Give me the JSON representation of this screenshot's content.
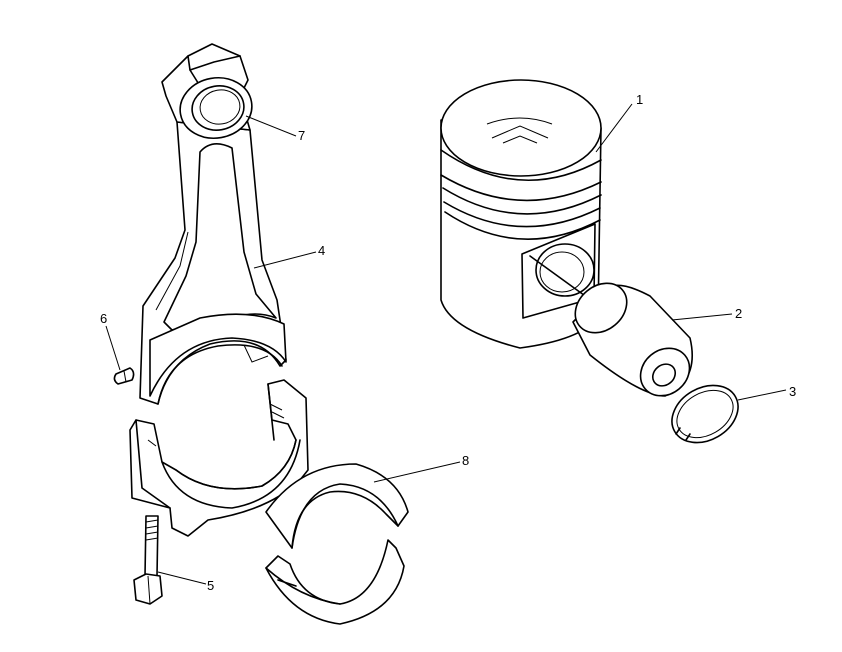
{
  "callouts": [
    {
      "id": "piston",
      "label": "1"
    },
    {
      "id": "piston-pin",
      "label": "2"
    },
    {
      "id": "retaining-ring",
      "label": "3"
    },
    {
      "id": "connecting-rod",
      "label": "4"
    },
    {
      "id": "rod-bolt",
      "label": "5"
    },
    {
      "id": "dowel",
      "label": "6"
    },
    {
      "id": "pin-bore-bearing",
      "label": "7"
    },
    {
      "id": "rod-bearing-shells",
      "label": "8"
    }
  ]
}
